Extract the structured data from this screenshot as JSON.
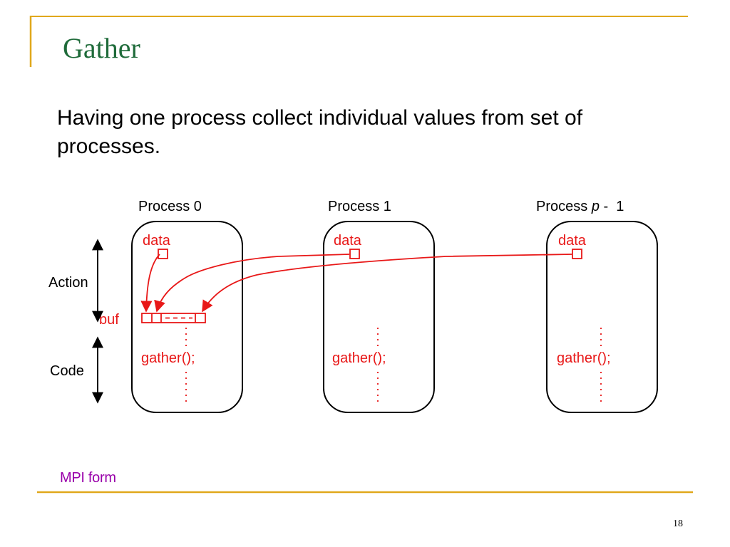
{
  "slide": {
    "title": "Gather",
    "body": "Having one process collect individual values from set of processes.",
    "footer_note": "MPI form",
    "page_number": "18"
  },
  "diagram": {
    "side_labels": {
      "action": "Action",
      "code": "Code"
    },
    "buffer_label": "buf",
    "processes": [
      {
        "label": "Process 0",
        "data_label": "data",
        "code": "gather();"
      },
      {
        "label": "Process 1",
        "data_label": "data",
        "code": "gather();"
      },
      {
        "label_prefix": "Process ",
        "label_italic": "p",
        "label_suffix": " -  1",
        "data_label": "data",
        "code": "gather();"
      }
    ]
  },
  "colors": {
    "title": "#1f6b3a",
    "accent_rule": "#e0a81c",
    "diagram_red": "#e81818",
    "footer_note": "#9900aa"
  }
}
